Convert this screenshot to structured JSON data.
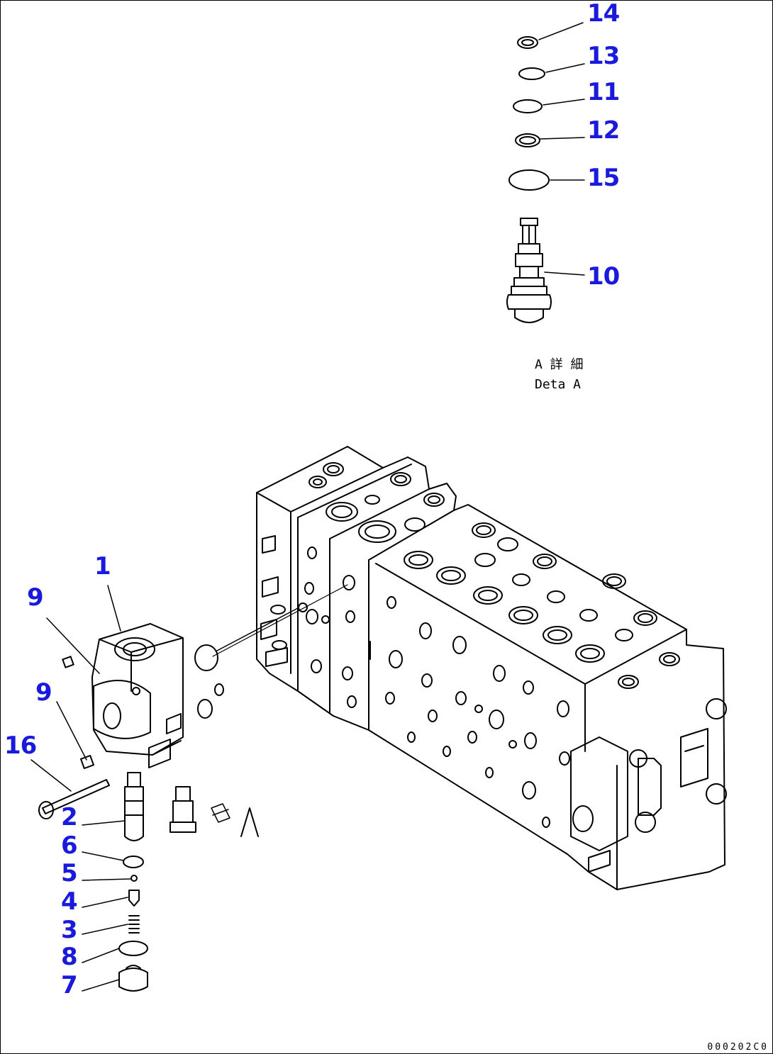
{
  "callouts": {
    "c14": "14",
    "c13": "13",
    "c11": "11",
    "c12": "12",
    "c15": "15",
    "c10": "10",
    "c1": "1",
    "c9a": "9",
    "c9b": "9",
    "c16": "16",
    "c2": "2",
    "c6": "6",
    "c5": "5",
    "c4": "4",
    "c3": "3",
    "c8": "8",
    "c7": "7"
  },
  "detail": {
    "line_jp": "A 詳 細",
    "line_en": "Deta  A",
    "marker": "A"
  },
  "reference_code": "000202C0",
  "colors": {
    "callout": "#1a1adc",
    "line": "#000000",
    "background": "#ffffff"
  }
}
